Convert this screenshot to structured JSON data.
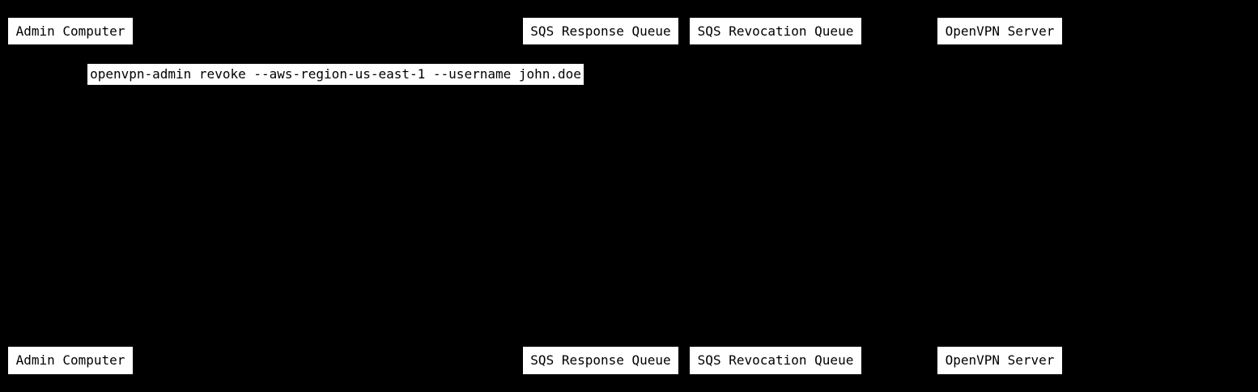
{
  "diagram": {
    "type": "sequence-diagram",
    "background_color": "#000000",
    "box_fill_color": "#ffffff",
    "box_text_color": "#000000",
    "actors": [
      {
        "label": "Admin Computer"
      },
      {
        "label": "SQS Response Queue"
      },
      {
        "label": "SQS Revocation Queue"
      },
      {
        "label": "OpenVPN Server"
      }
    ],
    "messages": [
      {
        "label": "openvpn-admin revoke --aws-region-us-east-1 --username john.doe"
      }
    ]
  }
}
